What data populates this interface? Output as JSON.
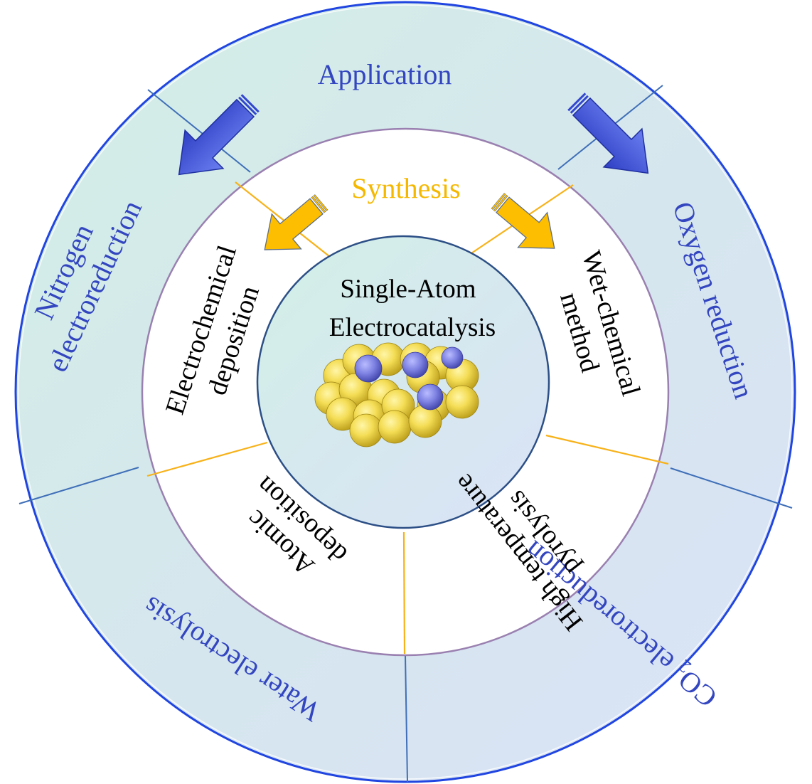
{
  "colors": {
    "outer_ring_fill_top": "#d3ede6",
    "outer_ring_fill_bottom": "#d9e3f6",
    "outer_border": "#2045e0",
    "outer_divider": "#3f6fb8",
    "middle_ring_fill": "#ffffff",
    "middle_border": "#9a80b0",
    "synthesis_divider": "#f7b21a",
    "core_fill_top": "#d3ede6",
    "core_fill_bottom": "#d9e3f6",
    "core_border": "#2c4f86",
    "application_label": "#3346c0",
    "application_arrow": "#3347d0",
    "synthesis_label": "#f5b800",
    "synthesis_arrow": "#fdbd00",
    "method_text": "#000000",
    "gold_atom": "#f2dc50",
    "single_atom": "#7f82e0"
  },
  "outer_ring": {
    "title": "Application",
    "sectors": [
      {
        "id": "nitrogen",
        "lines": [
          "Nitrogen",
          "electroreduction"
        ]
      },
      {
        "id": "oxygen",
        "lines": [
          "Oxygen reduction"
        ]
      },
      {
        "id": "co2",
        "lines": [
          "CO",
          "2",
          " electroreduction"
        ]
      },
      {
        "id": "water",
        "lines": [
          "Water electrolysis"
        ]
      }
    ]
  },
  "middle_ring": {
    "title": "Synthesis",
    "sectors": [
      {
        "id": "electrochemical",
        "lines": [
          "Electrochemical",
          "deposition"
        ]
      },
      {
        "id": "wet-chemical",
        "lines": [
          "Wet-chemical",
          "method"
        ]
      },
      {
        "id": "high-temperature",
        "lines": [
          "High temperature",
          "pyrolysis"
        ]
      },
      {
        "id": "atomic",
        "lines": [
          "Atomic",
          "deposition"
        ]
      }
    ]
  },
  "core": {
    "lines": [
      "Single-Atom",
      "Electrocatalysis"
    ],
    "illustration": "single-atom-on-cluster"
  }
}
